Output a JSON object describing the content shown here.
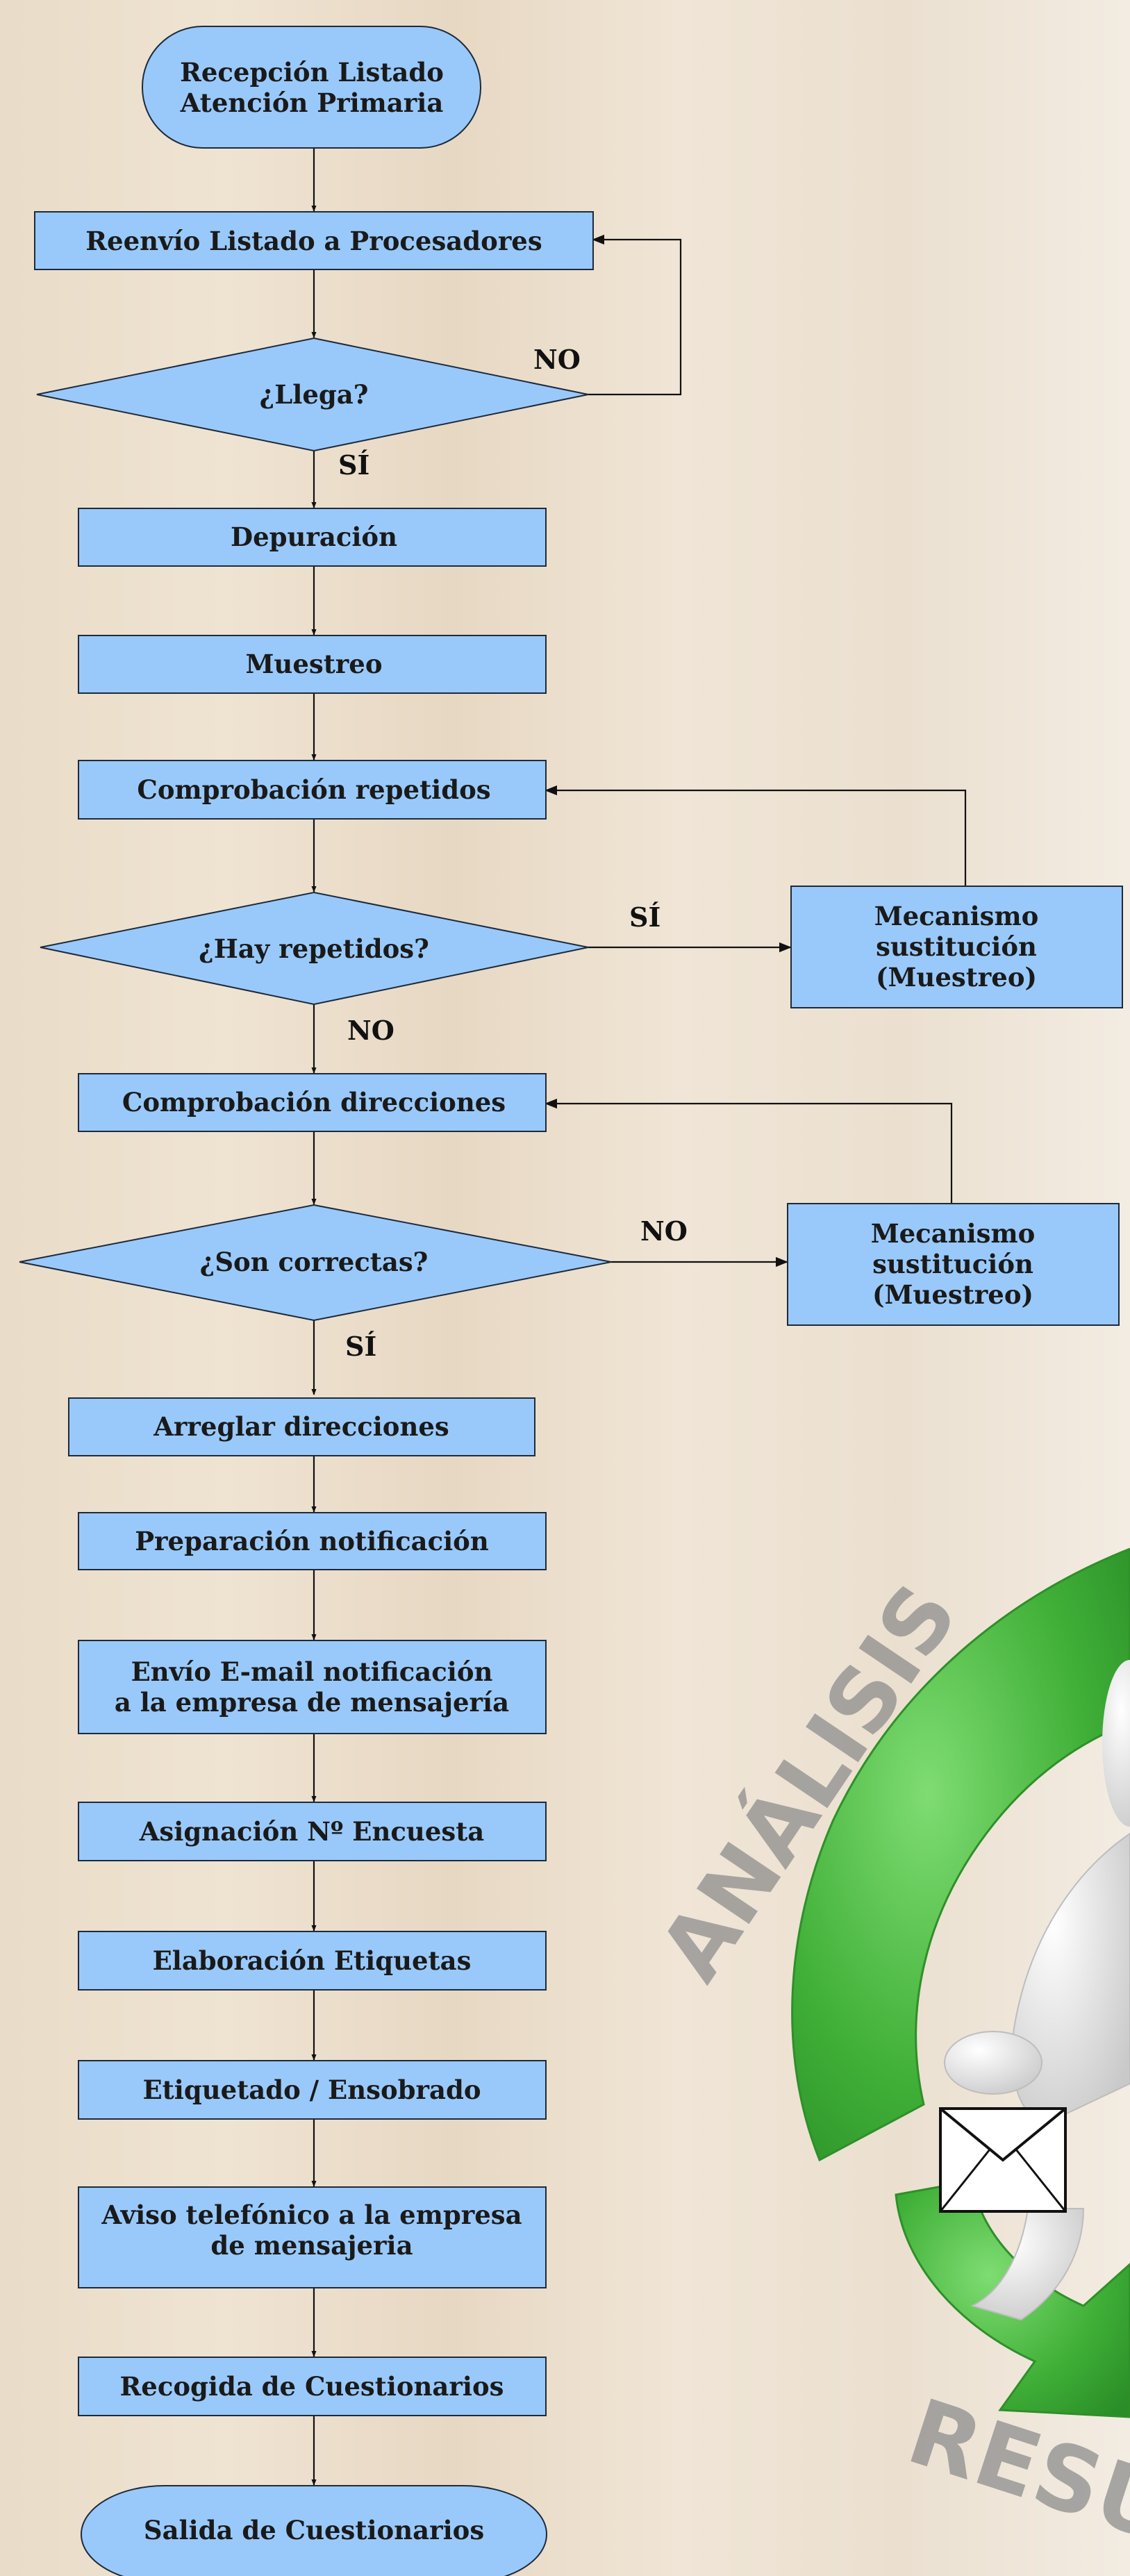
{
  "nodes": {
    "recepcion": "Recepción Listado\nAtención Primaria",
    "reenvio": "Reenvío Listado a Procesadores",
    "llega": "¿Llega?",
    "depuracion": "Depuración",
    "muestreo": "Muestreo",
    "comprob_repetidos": "Comprobación repetidos",
    "hay_repetidos": "¿Hay repetidos?",
    "mecanismo_1": "Mecanismo\nsustitución\n(Muestreo)",
    "comprob_direcciones": "Comprobación direcciones",
    "son_correctas": "¿Son correctas?",
    "mecanismo_2": "Mecanismo\nsustitución\n(Muestreo)",
    "arreglar": "Arreglar direcciones",
    "preparacion": "Preparación notificación",
    "envio": "Envío E-mail notificación\na la empresa de mensajería",
    "asignacion": "Asignación Nº Encuesta",
    "elaboracion": "Elaboración Etiquetas",
    "etiquetado": "Etiquetado / Ensobrado",
    "aviso": "Aviso telefónico a la empresa\nde mensajeria",
    "recogida": "Recogida de Cuestionarios",
    "salida": "Salida de Cuestionarios"
  },
  "edge_labels": {
    "llega_no": "NO",
    "llega_si": "SÍ",
    "repetidos_si": "SÍ",
    "repetidos_no": "NO",
    "correctas_no": "NO",
    "correctas_si": "SÍ"
  },
  "watermark": {
    "top": "ANÁLISIS",
    "bottom": "RESU"
  },
  "colors": {
    "node_fill": "#99c9fa",
    "node_stroke": "#1e2a3a",
    "watermark_green": "#3fae3a"
  },
  "icons": [
    "envelope-icon",
    "figure-icon"
  ]
}
